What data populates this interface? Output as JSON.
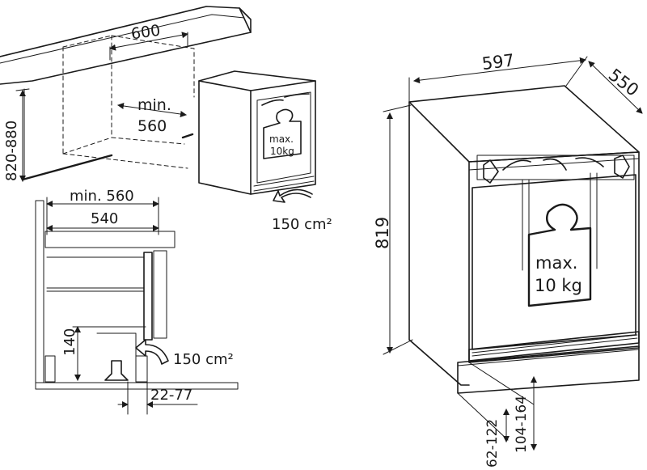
{
  "installation_top": {
    "niche_width": "600",
    "min_width_label": "min.",
    "min_width_value": "560",
    "height_range": "820-880",
    "weight_line1": "max.",
    "weight_line2": "10kg",
    "vent_area": "150 cm²"
  },
  "installation_section": {
    "min_width": "min. 560",
    "width": "540",
    "plinth_height": "140",
    "vent_area": "150 cm²",
    "depth_offset": "22-77"
  },
  "appliance": {
    "width": "597",
    "depth": "550",
    "height": "819",
    "weight_line1": "max.",
    "weight_line2": "10 kg",
    "foot_height": "62-122",
    "plinth_range": "104-164"
  }
}
